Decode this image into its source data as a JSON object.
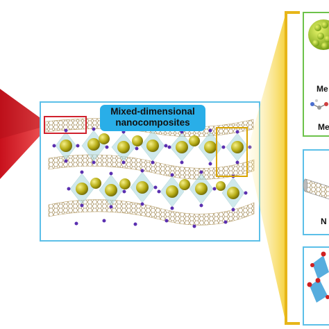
{
  "figure": {
    "title_line1": "Mixed-dimensional",
    "title_line2": "nanocomposites",
    "side_panels": [
      {
        "label_top": "Me",
        "label_bottom": "Me"
      },
      {
        "label": "N"
      },
      {
        "label": ""
      }
    ]
  },
  "colors": {
    "title_badge": "#29aee8",
    "frame_border": "#5bbfe8",
    "highlight_red": "#d0202c",
    "highlight_gold": "#d9a400",
    "bracket_gold": "#e7b619",
    "sphere": "#b8ae1a",
    "node": "#5a2fb0",
    "sheet": "#bfa878"
  },
  "icons": [
    "red-cone-icon",
    "graphene-sheet-icon",
    "octahedron-icon",
    "nanotube-icon",
    "molecule-icon",
    "fullerene-cluster-icon",
    "crystal-lattice-icon"
  ]
}
